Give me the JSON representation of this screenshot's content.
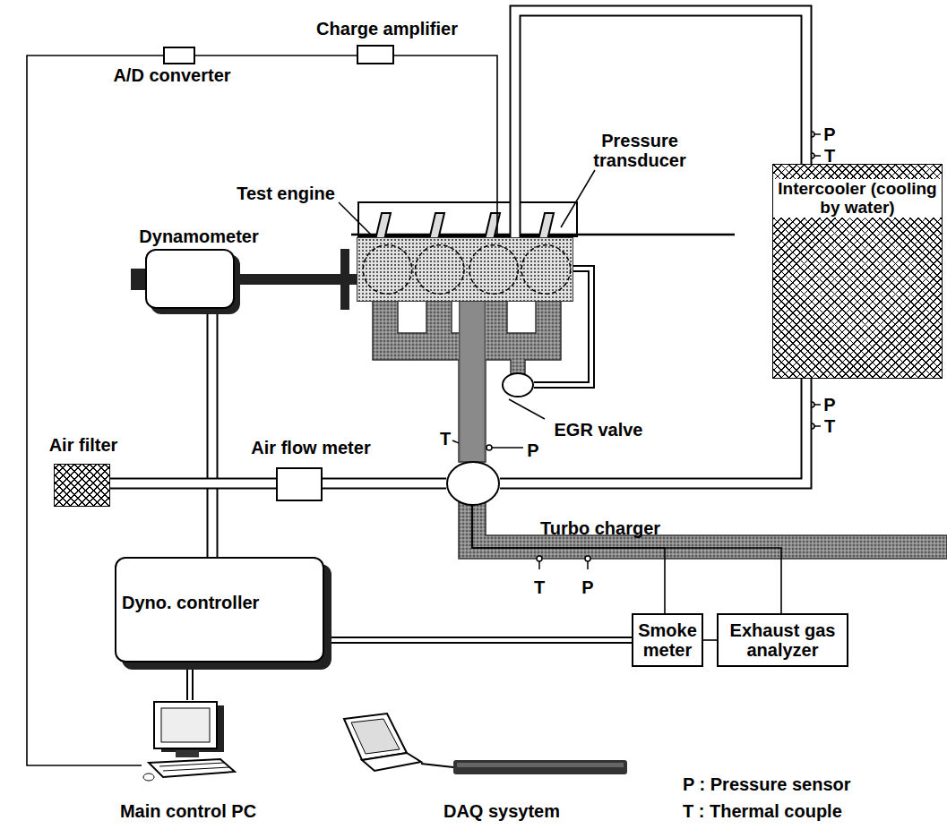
{
  "diagram": {
    "nodes": [
      {
        "text": [
          "Charge amplifier"
        ]
      },
      {
        "text": [
          "A/D converter"
        ]
      },
      {
        "text": [
          "Test engine"
        ]
      },
      {
        "text": [
          "Dynamometer"
        ]
      },
      {
        "text": [
          "Intercooler (cooling by water)"
        ]
      },
      {
        "text": [
          "EGR valve"
        ]
      },
      {
        "text": [
          "Air filter"
        ]
      },
      {
        "text": [
          "Air flow meter"
        ]
      },
      {
        "text": [
          "Turbo charger"
        ]
      },
      {
        "text": [
          "Dyno. controller"
        ]
      },
      {
        "text": [
          "Smoke meter"
        ]
      },
      {
        "text": [
          "Exhaust gas analyzer"
        ]
      },
      {
        "text": [
          "Main control PC"
        ]
      },
      {
        "text": [
          "DAQ sysytem"
        ]
      }
    ],
    "edges": [
      {
        "from": 1,
        "to": 0,
        "arrow": "none"
      },
      {
        "from": 12,
        "to": 1,
        "arrow": "none"
      },
      {
        "from": 0,
        "to": 2,
        "arrow": "none"
      },
      {
        "from": 3,
        "to": 2,
        "arrow": "none"
      },
      {
        "from": 3,
        "to": 9,
        "arrow": "none"
      },
      {
        "from": 6,
        "to": 7,
        "arrow": "none"
      },
      {
        "from": 7,
        "to": 8,
        "arrow": "none"
      },
      {
        "from": 8,
        "to": 4,
        "arrow": "none"
      },
      {
        "from": 4,
        "to": 2,
        "arrow": "none"
      },
      {
        "from": 5,
        "to": 2,
        "arrow": "none"
      },
      {
        "from": 2,
        "to": 8,
        "arrow": "none"
      },
      {
        "from": 8,
        "to": 10,
        "arrow": "none"
      },
      {
        "from": 8,
        "to": 11,
        "arrow": "none"
      },
      {
        "from": 10,
        "to": 11,
        "arrow": "none"
      },
      {
        "from": 9,
        "to": 10,
        "arrow": "none"
      },
      {
        "from": 9,
        "to": 12,
        "arrow": "none"
      }
    ],
    "labels": [
      "Pressure transducer",
      "P",
      "T",
      "P",
      "T",
      "T",
      "P",
      "T",
      "P",
      "P : Pressure sensor",
      "T : Thermal couple"
    ]
  }
}
